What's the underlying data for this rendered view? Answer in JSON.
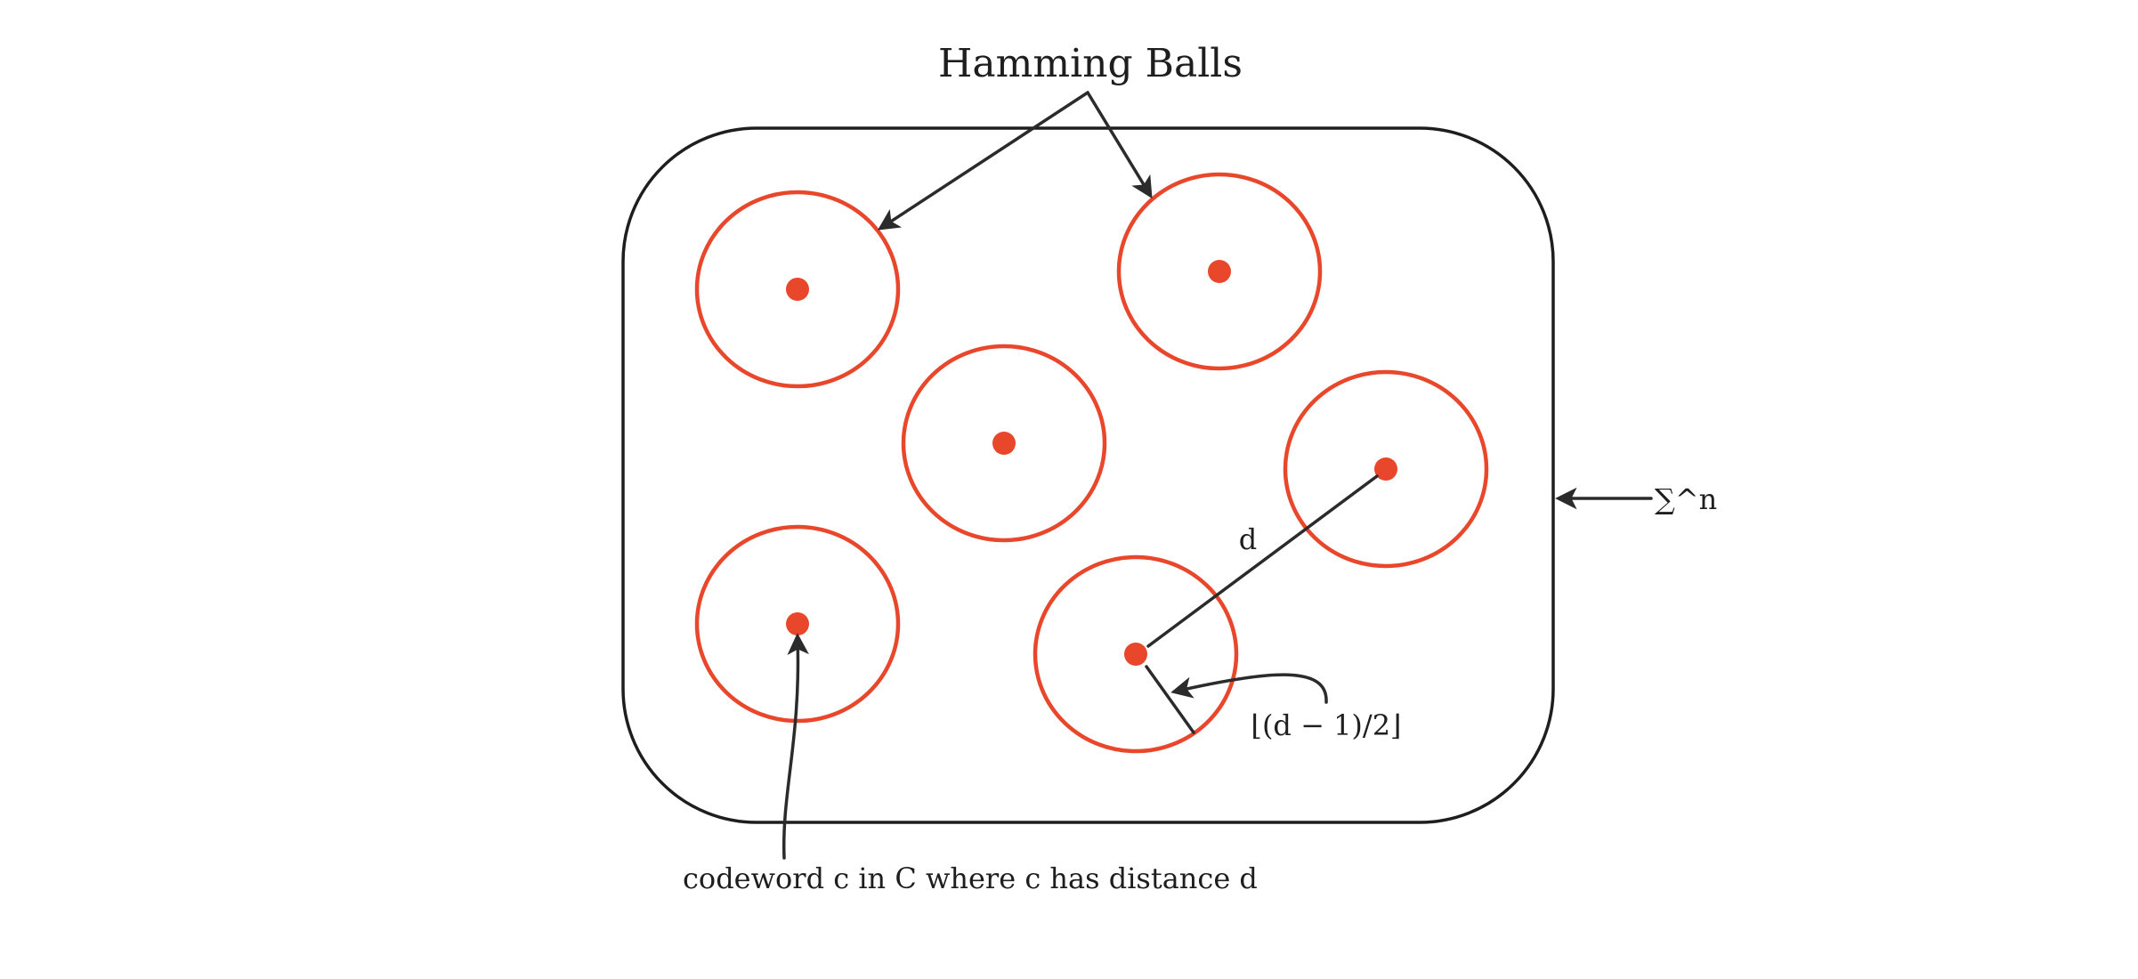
{
  "colors": {
    "ball": "#e8472b",
    "outline": "#1e1e1e",
    "arrow": "#2b2b2b"
  },
  "labels": {
    "title": "Hamming Balls",
    "space": "∑^n",
    "distance": "d",
    "radius": "⌊(d − 1)/2⌋",
    "codeword": "codeword c in C where c has distance d"
  },
  "balls_count": 6
}
